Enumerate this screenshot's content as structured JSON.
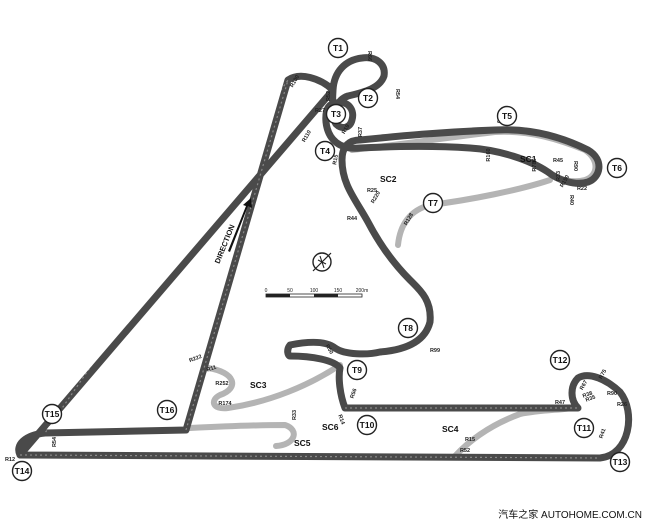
{
  "turns": [
    "T1",
    "T2",
    "T3",
    "T4",
    "T5",
    "T6",
    "T7",
    "T8",
    "T9",
    "T10",
    "T11",
    "T12",
    "T13",
    "T14",
    "T15",
    "T16"
  ],
  "sections": [
    "SC1",
    "SC2",
    "SC3",
    "SC4",
    "SC5",
    "SC6"
  ],
  "radii": [
    "R100",
    "R66",
    "R52",
    "R54",
    "R27",
    "R19",
    "R37",
    "R110",
    "R15",
    "R70",
    "R90",
    "R160",
    "R786",
    "R45",
    "R22",
    "R33",
    "R150",
    "R40",
    "R220",
    "R25",
    "R44",
    "R128",
    "R99",
    "R50",
    "R56",
    "R222",
    "R11",
    "R252",
    "R174",
    "R33",
    "R14",
    "R15",
    "R52",
    "R47",
    "R35",
    "R38",
    "R67",
    "R75",
    "R90",
    "R26",
    "R41",
    "R12",
    "R54"
  ],
  "direction_label": "DIRECTION",
  "scale": {
    "ticks": [
      "0",
      "50",
      "100",
      "150",
      "200m"
    ]
  },
  "watermark": "汽车之家  AUTOHOME.COM.CN"
}
